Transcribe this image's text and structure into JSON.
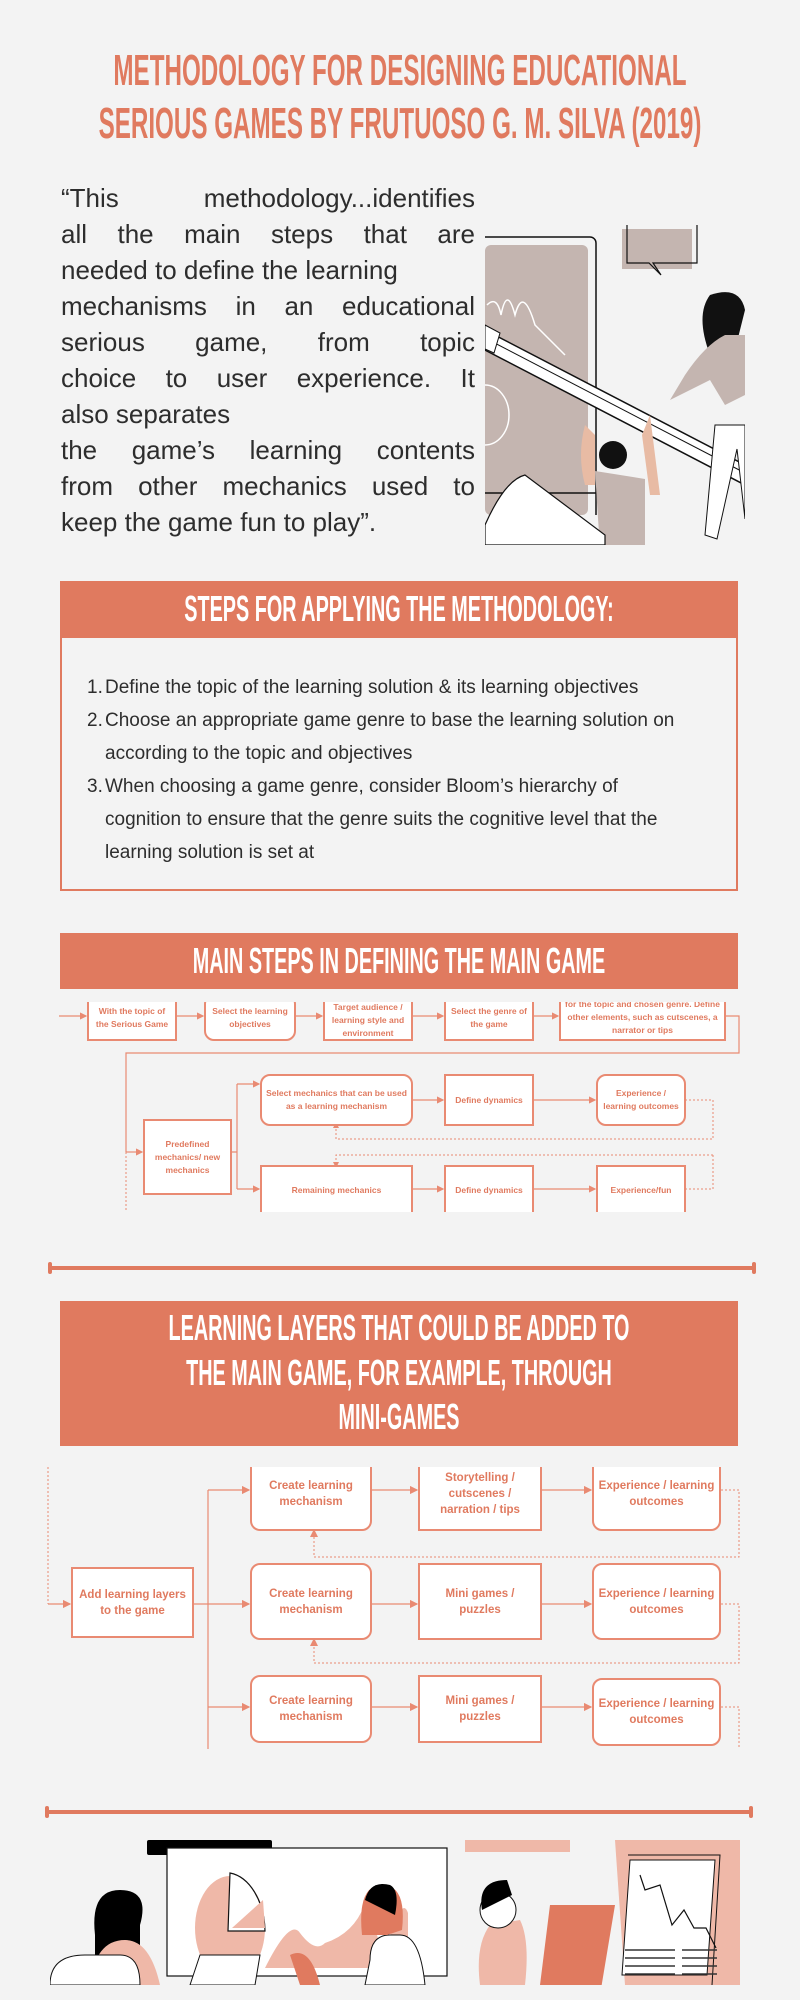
{
  "title": {
    "line1": "METHODOLOGY FOR DESIGNING EDUCATIONAL",
    "line2": "SERIOUS GAMES BY FRUTUOSO G. M. SILVA (2019)"
  },
  "quote": {
    "lines": [
      "“This methodology...identifies",
      "all the main steps that are",
      "needed to define the learning",
      "mechanisms in an educational",
      "serious game, from topic",
      "choice to user experience. It",
      "also separates",
      "the game’s learning contents",
      "from other mechanics used to",
      "keep the game fun to play”."
    ]
  },
  "steps": {
    "heading": "STEPS FOR APPLYING THE METHODOLOGY:",
    "items": [
      {
        "num": "1.",
        "lines": [
          "Define the topic of the learning solution & its learning objectives"
        ]
      },
      {
        "num": "2.",
        "lines": [
          "Choose an appropriate game genre to base the learning solution on",
          "according to the topic and objectives"
        ]
      },
      {
        "num": "3.",
        "lines": [
          "When choosing a game genre, consider Bloom’s hierarchy of",
          "cognition to ensure that the genre suits the cognitive level that the",
          "learning solution is set at"
        ]
      }
    ]
  },
  "main_game": {
    "heading": "MAIN STEPS IN DEFINING THE MAIN GAME",
    "top_row": [
      "With the topic of the Serious Game",
      "Select the learning objectives",
      "Target audience / learning style and environment",
      "Select the genre of the game",
      "for the topic and chosen genre. Define other elements, such as cutscenes, a narrator or tips"
    ],
    "predefined": "Predefined mechanics/ new mechanics",
    "row_learning": [
      "Select mechanics that can be used as a learning mechanism",
      "Define dynamics",
      "Experience / learning outcomes"
    ],
    "row_fun": [
      "Remaining mechanics",
      "Define dynamics",
      "Experience/fun"
    ]
  },
  "learning_layers": {
    "heading_lines": [
      "LEARNING LAYERS THAT COULD BE ADDED TO",
      "THE MAIN GAME, FOR EXAMPLE, THROUGH",
      "MINI-GAMES"
    ],
    "add_box": "Add learning layers to the game",
    "rows": [
      [
        "Create learning mechanism",
        "Storytelling / cutscenes / narration / tips",
        "Experience / learning outcomes"
      ],
      [
        "Create learning mechanism",
        "Mini games / puzzles",
        "Experience / learning outcomes"
      ],
      [
        "Create learning mechanism",
        "Mini games / puzzles",
        "Experience / learning outcomes"
      ]
    ]
  },
  "colors": {
    "accent": "#e07a5f",
    "background": "#f3f3f3",
    "taupe": "#c4b5b0",
    "blush": "#efb8a8"
  }
}
